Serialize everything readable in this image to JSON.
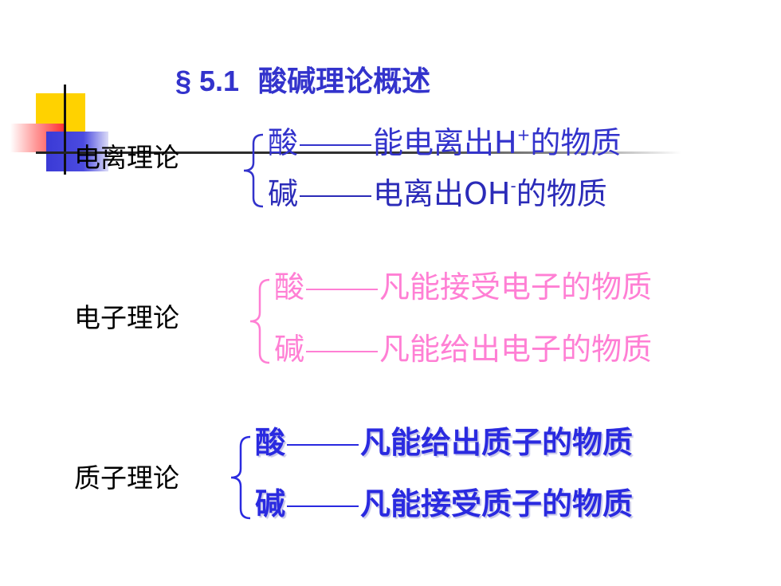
{
  "slide": {
    "title": {
      "number": "§ 5.1",
      "text": "酸碱理论概述"
    },
    "sections": {
      "ionization": {
        "label": "电离理论",
        "acid": {
          "term": "酸",
          "def_before": "能电离出H",
          "sup": "+",
          "def_after": "的物质"
        },
        "base": {
          "term": "碱",
          "def_before": "电离出OH",
          "sup": "-",
          "def_after": "的物质"
        }
      },
      "electron": {
        "label": "电子理论",
        "acid": {
          "term": "酸",
          "def": "凡能接受电子的物质"
        },
        "base": {
          "term": "碱",
          "def": "凡能给出电子的物质"
        }
      },
      "proton": {
        "label": "质子理论",
        "acid": {
          "term": "酸",
          "def": "凡能给出质子的物质"
        },
        "base": {
          "term": "碱",
          "def": "凡能接受质子的物质"
        }
      }
    },
    "colors": {
      "title": "#3333cc",
      "ionization_text": "#3333cc",
      "electron_text": "#ff7fd4",
      "proton_text": "#2a2ae0",
      "deco_yellow": "#ffd200",
      "deco_red": "#ff2a2a",
      "deco_blue": "#3a3ad6"
    }
  }
}
